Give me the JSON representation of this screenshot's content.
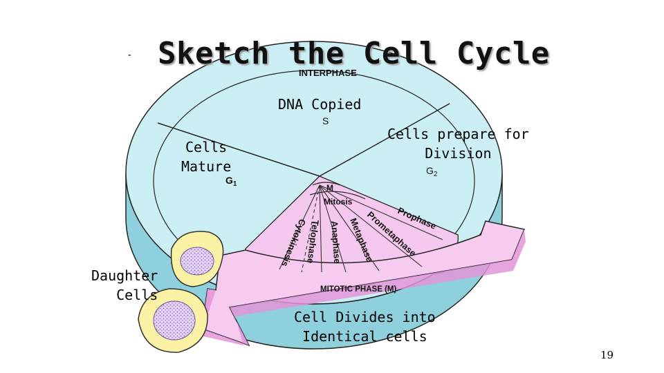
{
  "slide": {
    "title": "Sketch the Cell Cycle",
    "dash": "-",
    "page_number": "19"
  },
  "notes": {
    "dna_copied": "DNA Copied",
    "cells_mature_line1": "Cells",
    "cells_mature_line2": "Mature",
    "prepare_line1": "Cells prepare for",
    "prepare_line2": "Division",
    "daughter_line1": "Daughter",
    "daughter_line2": "Cells",
    "divides_line1": "Cell Divides into",
    "divides_line2": "Identical cells"
  },
  "diagram": {
    "interphase": "INTERPHASE",
    "s_phase": "S",
    "g1_phase": "G",
    "g1_sub": "1",
    "g2_phase": "G",
    "g2_sub": "2",
    "m_phase": "M",
    "mitosis": "Mitosis",
    "mitotic_phase": "MITOTIC PHASE (M)",
    "stages": [
      "Prophase",
      "Prometaphase",
      "Metaphase",
      "Anaphase",
      "Telophase",
      "Cytokinesis"
    ]
  },
  "colors": {
    "interphase_fill": "#cceef5",
    "interphase_side": "#8fd0dd",
    "mitotic_fill": "#f5c8ef",
    "mitotic_dark": "#e395d8",
    "cell_fill": "#fbf2a6",
    "nucleus_fill": "#e2d0f4"
  }
}
